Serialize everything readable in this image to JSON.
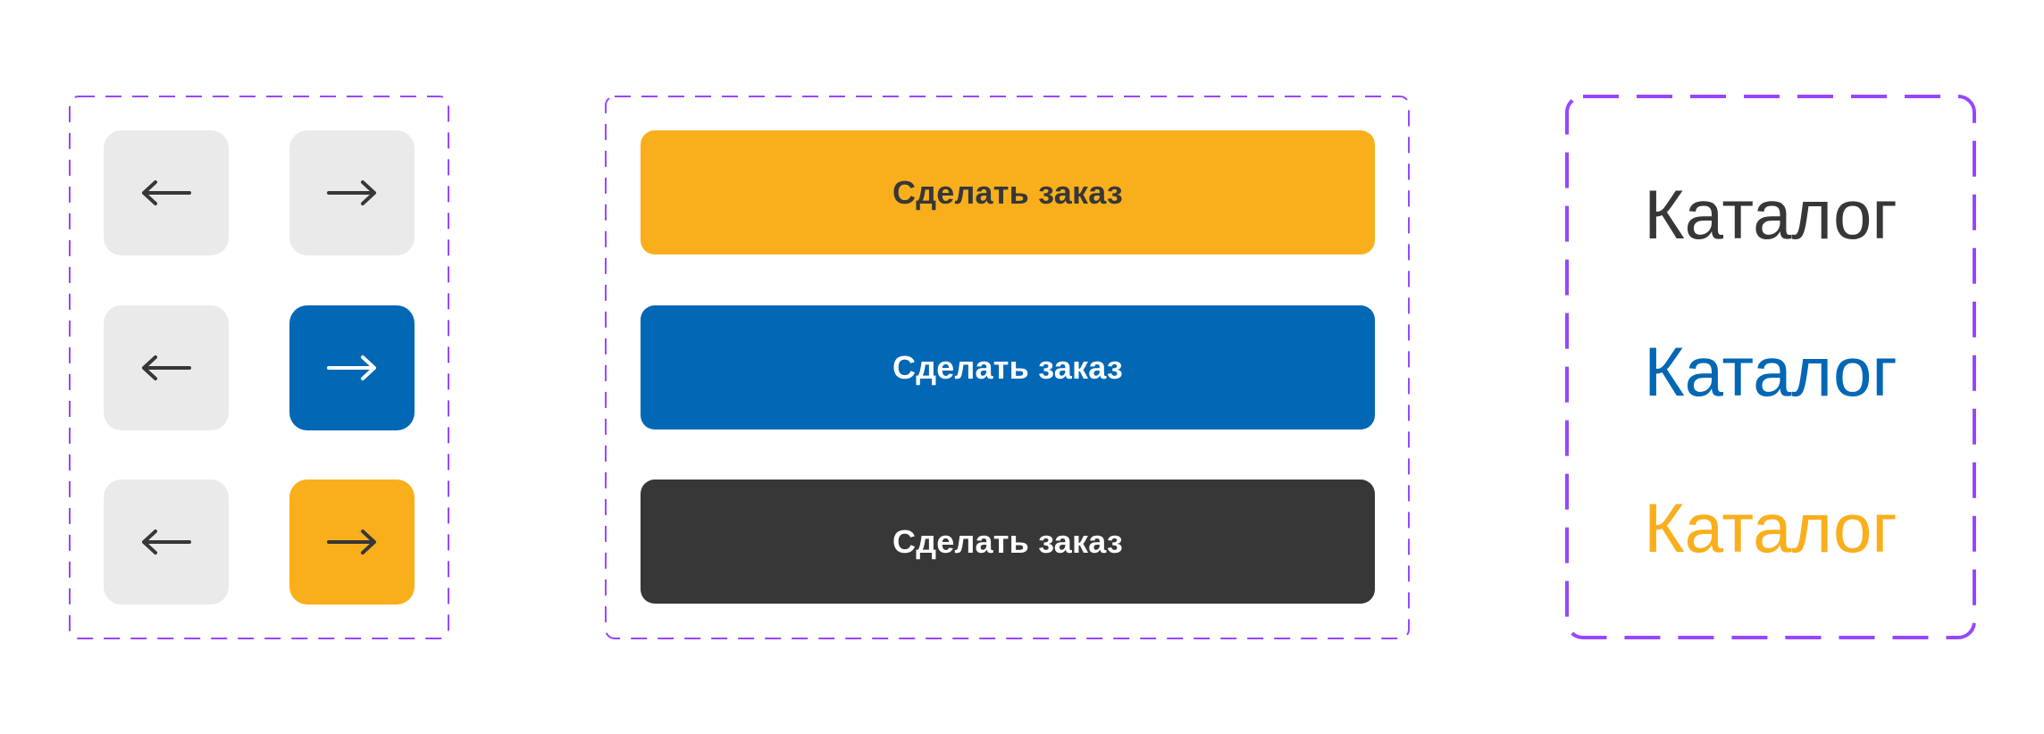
{
  "colors": {
    "gray": "#EAEAEA",
    "blue": "#0267B4",
    "orange": "#F9AF1C",
    "dark": "#373737",
    "white": "#FFFFFF",
    "frame": "#9747FF"
  },
  "arrow_panel": {
    "rows": [
      {
        "left": {
          "icon": "arrow-left-icon",
          "state": "default"
        },
        "right": {
          "icon": "arrow-right-icon",
          "state": "default"
        }
      },
      {
        "left": {
          "icon": "arrow-left-icon",
          "state": "default"
        },
        "right": {
          "icon": "arrow-right-icon",
          "state": "active-blue"
        }
      },
      {
        "left": {
          "icon": "arrow-left-icon",
          "state": "default"
        },
        "right": {
          "icon": "arrow-right-icon",
          "state": "hover-orange"
        }
      }
    ]
  },
  "button_panel": {
    "buttons": [
      {
        "label": "Сделать заказ",
        "variant": "orange"
      },
      {
        "label": "Сделать заказ",
        "variant": "blue"
      },
      {
        "label": "Сделать заказ",
        "variant": "dark"
      }
    ]
  },
  "link_panel": {
    "links": [
      {
        "label": "Каталог",
        "variant": "dark"
      },
      {
        "label": "Каталог",
        "variant": "blue"
      },
      {
        "label": "Каталог",
        "variant": "orange"
      }
    ]
  }
}
